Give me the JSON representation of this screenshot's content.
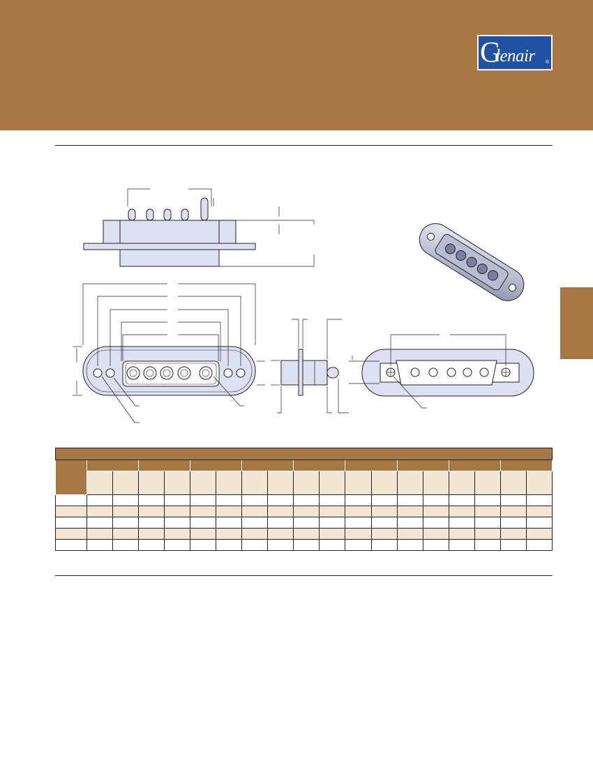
{
  "header": {
    "brand_color": "#a67845",
    "logo": {
      "initial": "G",
      "rest": "lenair",
      "registered": "®",
      "color": "#1f52a3"
    }
  },
  "side_tab": {
    "color": "#a67845"
  },
  "drawing": {
    "views": [
      "side-view",
      "isometric-view",
      "front-view",
      "profile-view",
      "rear-view"
    ],
    "contacts": 5,
    "part_color": "#dde0f0"
  },
  "dimension_table": {
    "header_color": "#a67845",
    "stripe_color": "#f3e5d3",
    "column_groups": 9,
    "sub_columns_per_group": 2,
    "body_rows": 5
  }
}
